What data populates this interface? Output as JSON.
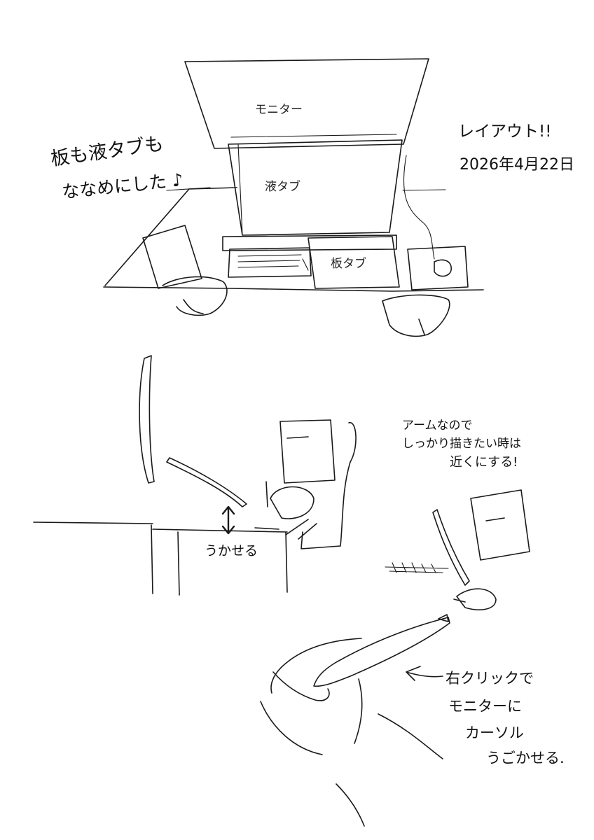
{
  "notes": {
    "tilt_line1": "板も液タブも",
    "tilt_line2": "ななめにした ♪",
    "layout_title": "レイアウト!!",
    "date": "2026年4月22日",
    "arm_line1": "アームなので",
    "arm_line2": "しっかり描きたい時は",
    "arm_line3": "近くにする!",
    "float_label": "うかせる",
    "click_line1": "右クリックで",
    "click_line2": "モニターに",
    "click_line3": "カーソル",
    "click_line4": "うごかせる."
  },
  "labels": {
    "monitor": "モニター",
    "pen_display": "液タブ",
    "pen_tablet": "板タブ"
  },
  "ink_color": "#1a1a1a",
  "paper_color": "#ffffff"
}
